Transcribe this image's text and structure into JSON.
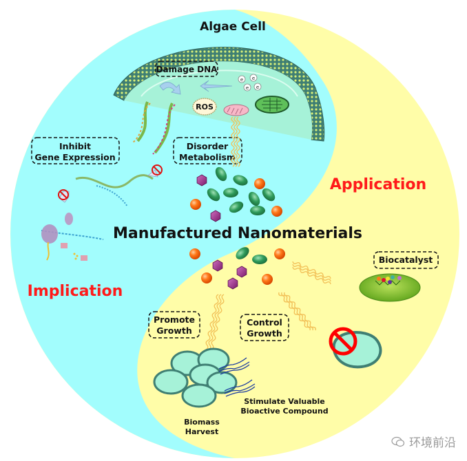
{
  "title": "Manufactured Nanomaterials",
  "colors": {
    "implication_bg": "#a2fdfd",
    "application_bg": "#fffda8",
    "cell_interior": "#a6f2d8",
    "membrane": "#3f7f73",
    "label_red": "#ff1a1a",
    "particle_orange": "#ff7a1a",
    "particle_green": "#2e9a5a",
    "particle_purple": "#a0288c",
    "fiber_yellow": "#f2c25a"
  },
  "regions": {
    "implication": "Implication",
    "application": "Application"
  },
  "algae_cell": {
    "title": "Algae Cell",
    "ros_label": "ROS",
    "electron_label": "e"
  },
  "implication_boxes": {
    "damage_dna": "Damage DNA",
    "inhibit_gene_line1": "Inhibit",
    "inhibit_gene_line2": "Gene Expression",
    "disorder_line1": "Disorder",
    "disorder_line2": "Metabolism"
  },
  "application_boxes": {
    "biocatalyst": "Biocatalyst",
    "promote_line1": "Promote",
    "promote_line2": "Growth",
    "control_line1": "Control",
    "control_line2": "Growth"
  },
  "application_labels": {
    "stimulate_line1": "Stimulate Valuable",
    "stimulate_line2": "Bioactive Compound",
    "biomass_line1": "Biomass",
    "biomass_line2": "Harvest"
  },
  "watermark": "环境前沿"
}
